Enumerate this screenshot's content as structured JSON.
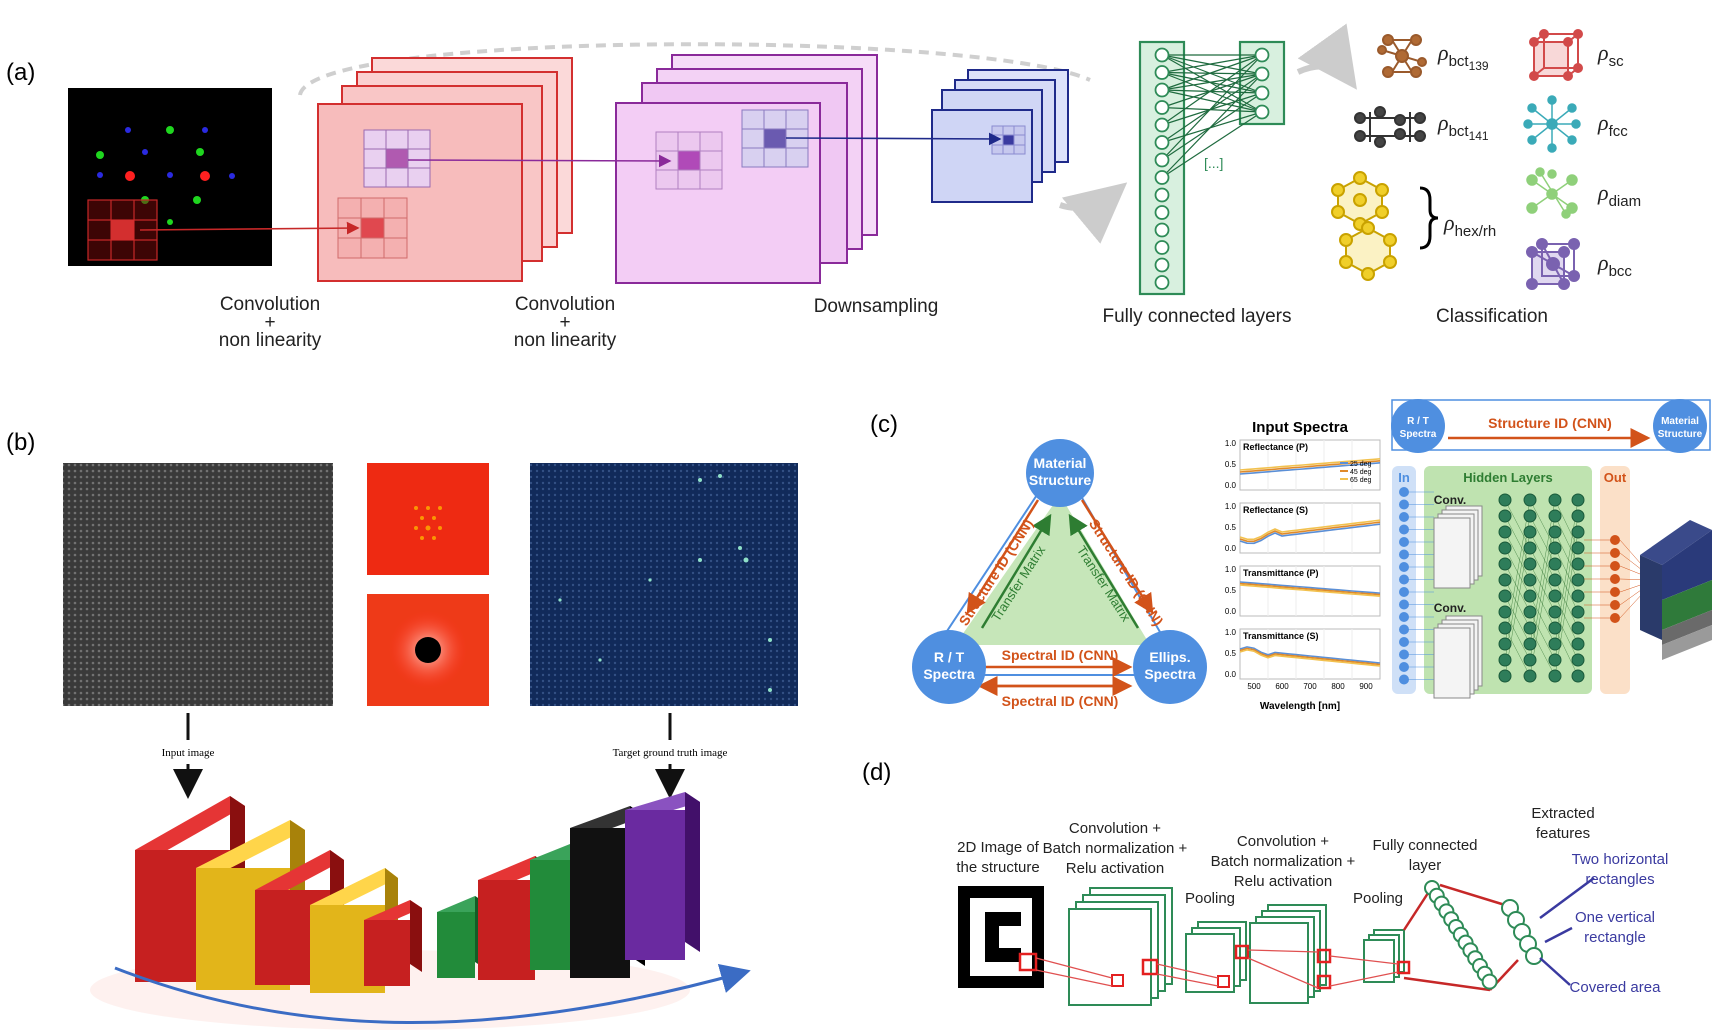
{
  "panels": {
    "a": {
      "tag": "(a)",
      "stage1": [
        "Convolution",
        "+",
        "non linearity"
      ],
      "stage2": [
        "Convolution",
        "+",
        "non linearity"
      ],
      "stage3": "Downsampling",
      "fc_label": "Fully connected layers",
      "fc_ellipsis": "[...]",
      "class_title": "Classification",
      "classes": [
        {
          "sym": "ρ",
          "sub": "bct",
          "subsub": "139",
          "color": "#9a5a2c"
        },
        {
          "sym": "ρ",
          "sub": "bct",
          "subsub": "141",
          "color": "#333333"
        },
        {
          "sym": "ρ",
          "sub": "hex/rh",
          "subsub": "",
          "color": "#e8c21c"
        },
        {
          "sym": "ρ",
          "sub": "sc",
          "subsub": "",
          "color": "#d24a4a"
        },
        {
          "sym": "ρ",
          "sub": "fcc",
          "subsub": "",
          "color": "#3aaab8"
        },
        {
          "sym": "ρ",
          "sub": "diam",
          "subsub": "",
          "color": "#8fd07a"
        },
        {
          "sym": "ρ",
          "sub": "bcc",
          "subsub": "",
          "color": "#7a62b0"
        }
      ]
    },
    "b": {
      "tag": "(b)",
      "input_label": "Input image",
      "target_label": "Target ground truth image"
    },
    "c": {
      "tag": "(c)",
      "triangle": {
        "top": [
          "Material",
          "Structure"
        ],
        "left": [
          "R / T",
          "Spectra"
        ],
        "right": [
          "Ellips.",
          "Spectra"
        ],
        "left_edge_out": "Structure ID (CNN)",
        "left_edge_in": "Transfer Matrix",
        "right_edge_out": "Structure ID (CNN)",
        "right_edge_in": "Transfer Matrix",
        "bottom_top": "Spectral ID (CNN)",
        "bottom_bot": "Spectral ID (CNN)"
      },
      "spectra": {
        "title": "Input Spectra",
        "plots": [
          "Reflectance (P)",
          "Reflectance (S)",
          "Transmittance (P)",
          "Transmittance (S)"
        ],
        "legend": [
          "25 deg",
          "45 deg",
          "65 deg"
        ],
        "legend_colors": [
          "#5b8fd6",
          "#e08a2a",
          "#f2c14e"
        ],
        "yticks": [
          "1.0",
          "0.5",
          "0.0"
        ],
        "xticks": [
          "500",
          "600",
          "700",
          "800",
          "900"
        ],
        "xlabel": "Wavelength [nm]"
      },
      "network": {
        "left_node": [
          "R / T",
          "Spectra"
        ],
        "right_node": [
          "Material",
          "Structure"
        ],
        "arrow_label": "Structure ID (CNN)",
        "in_label": "In",
        "hidden_label": "Hidden Layers",
        "out_label": "Out",
        "conv_labels": [
          "Conv.",
          "Conv."
        ]
      }
    },
    "d": {
      "tag": "(d)",
      "image_label": [
        "2D Image of",
        "the structure"
      ],
      "conv1": [
        "Convolution +",
        "Batch normalization +",
        "Relu activation"
      ],
      "pool1": "Pooling",
      "conv2": [
        "Convolution +",
        "Batch normalization +",
        "Relu activation"
      ],
      "pool2": "Pooling",
      "fc": [
        "Fully connected",
        "layer"
      ],
      "features_title": [
        "Extracted",
        "features"
      ],
      "features": [
        [
          "Two horizontal",
          "rectangles"
        ],
        [
          "One vertical",
          "rectangle"
        ],
        [
          "Covered area"
        ]
      ]
    }
  },
  "colors": {
    "red": "#d32f2f",
    "pink_fill": "#f7c6c6",
    "purple": "#8a2a9a",
    "purple_fill": "#f3d2f5",
    "navy": "#1f2a8a",
    "navy_fill": "#d6dbf7",
    "green": "#2e8b57",
    "blue_node": "#4f8fe0",
    "orange": "#d2531a",
    "feature_text": "#3a3aa0"
  }
}
